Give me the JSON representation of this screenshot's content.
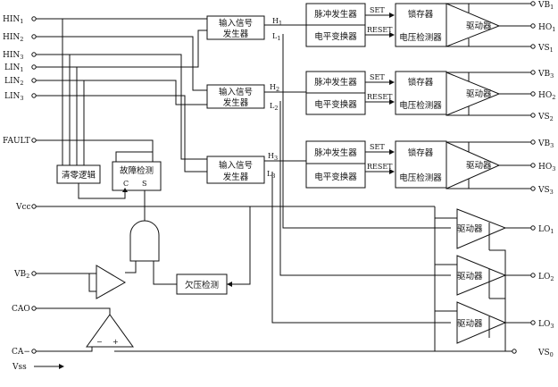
{
  "left_pins": {
    "hin1": {
      "base": "HIN",
      "sub": "1"
    },
    "hin2": {
      "base": "HIN",
      "sub": "2"
    },
    "hin3": {
      "base": "HIN",
      "sub": "3"
    },
    "lin1": {
      "base": "LIN",
      "sub": "1"
    },
    "lin2": {
      "base": "LIN",
      "sub": "2"
    },
    "lin3": {
      "base": "LIN",
      "sub": "3"
    },
    "fault": "FAULT",
    "vcc": "Vcc",
    "vb2": {
      "base": "VB",
      "sub": "2"
    },
    "cao": "CAO",
    "ca_minus": "CA−",
    "vss": "Vss"
  },
  "right_pins": {
    "vb1": {
      "base": "VB",
      "sub": "1"
    },
    "ho1": {
      "base": "HO",
      "sub": "1"
    },
    "vs1": {
      "base": "VS",
      "sub": "1"
    },
    "vb3": {
      "base": "VB",
      "sub": "3"
    },
    "ho2": {
      "base": "HO",
      "sub": "2"
    },
    "vs2": {
      "base": "VS",
      "sub": "2"
    },
    "vb3b": {
      "base": "VB",
      "sub": "3"
    },
    "ho3": {
      "base": "HO",
      "sub": "3"
    },
    "vs3": {
      "base": "VS",
      "sub": "3"
    },
    "lo1": {
      "base": "LO",
      "sub": "1"
    },
    "lo2": {
      "base": "LO",
      "sub": "2"
    },
    "lo3": {
      "base": "LO",
      "sub": "3"
    },
    "vs0": {
      "base": "VS",
      "sub": "0"
    }
  },
  "blocks": {
    "input_gen_line1": "输入信号",
    "input_gen_line2": "发生器",
    "pulse_gen": "脉冲发生器",
    "level_shift": "电平变换器",
    "latch": "锁存器",
    "voltage_detect": "电压检测器",
    "driver": "驱动器",
    "clear_logic": "清零逻辑",
    "fault_detect": "故障检测",
    "undervoltage_detect": "欠压检测",
    "set": "SET",
    "reset": "RESET",
    "c": "C",
    "s": "S"
  },
  "signals": {
    "h1": {
      "base": "H",
      "sub": "1"
    },
    "l1": {
      "base": "L",
      "sub": "1"
    },
    "h2": {
      "base": "H",
      "sub": "2"
    },
    "l2": {
      "base": "L",
      "sub": "2"
    },
    "h3": {
      "base": "H",
      "sub": "3"
    },
    "l3": {
      "base": "L",
      "sub": "3"
    }
  },
  "opamp_signs": {
    "minus": "−",
    "plus": "+"
  }
}
